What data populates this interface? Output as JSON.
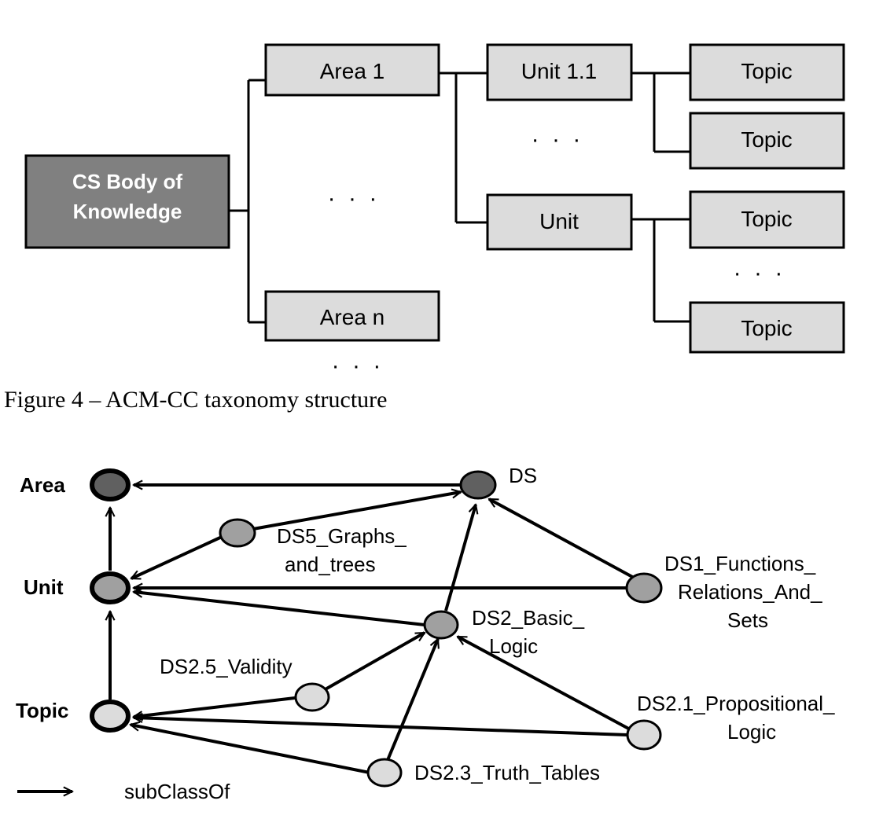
{
  "figure4": {
    "caption": "Figure 4 – ACM-CC taxonomy structure",
    "root": {
      "line1": "CS Body of",
      "line2": "Knowledge"
    },
    "areas": [
      "Area 1",
      "Area n"
    ],
    "units": [
      "Unit 1.1",
      "Unit"
    ],
    "topics": [
      "Topic",
      "Topic",
      "Topic",
      "Topic"
    ],
    "ellipsis": "· · ·",
    "colors": {
      "root_fill": "#808080",
      "box_fill": "#dcdcdc",
      "stroke": "#000000"
    }
  },
  "figure5": {
    "levels": [
      "Area",
      "Unit",
      "Topic"
    ],
    "nodes": {
      "ds": "DS",
      "ds5": {
        "line1": "DS5_Graphs_",
        "line2": "and_trees"
      },
      "ds1": {
        "line1": "DS1_Functions_",
        "line2": "Relations_And_",
        "line3": "Sets"
      },
      "ds2": {
        "line1": "DS2_Basic_",
        "line2": "Logic"
      },
      "ds25": "DS2.5_Validity",
      "ds21": {
        "line1": "DS2.1_Propositional_",
        "line2": "Logic"
      },
      "ds23": "DS2.3_Truth_Tables"
    },
    "legend": {
      "label": "subClassOf"
    },
    "colors": {
      "area_fill": "#606060",
      "unit_fill": "#a0a0a0",
      "topic_fill": "#dcdcdc"
    }
  }
}
